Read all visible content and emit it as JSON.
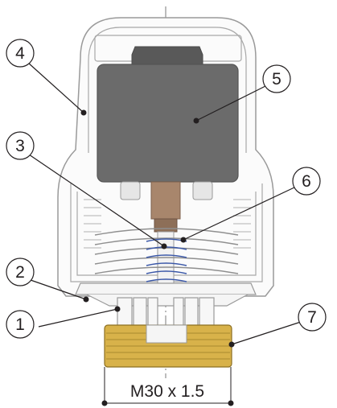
{
  "diagram": {
    "callouts": [
      {
        "id": "1",
        "label": "1"
      },
      {
        "id": "2",
        "label": "2"
      },
      {
        "id": "3",
        "label": "3"
      },
      {
        "id": "4",
        "label": "4"
      },
      {
        "id": "5",
        "label": "5"
      },
      {
        "id": "6",
        "label": "6"
      },
      {
        "id": "7",
        "label": "7"
      }
    ],
    "dimension_label": "M30 x 1.5",
    "colors": {
      "housing_outline": "#9a9a9a",
      "housing_fill": "#fbfbfb",
      "actuator_dark": "#6b6b6b",
      "actuator_top": "#595959",
      "pin_bronze": "#9a7a62",
      "spring_blue": "#3b58a8",
      "brass_nut": "#d8b24a",
      "text": "#231f20"
    }
  }
}
